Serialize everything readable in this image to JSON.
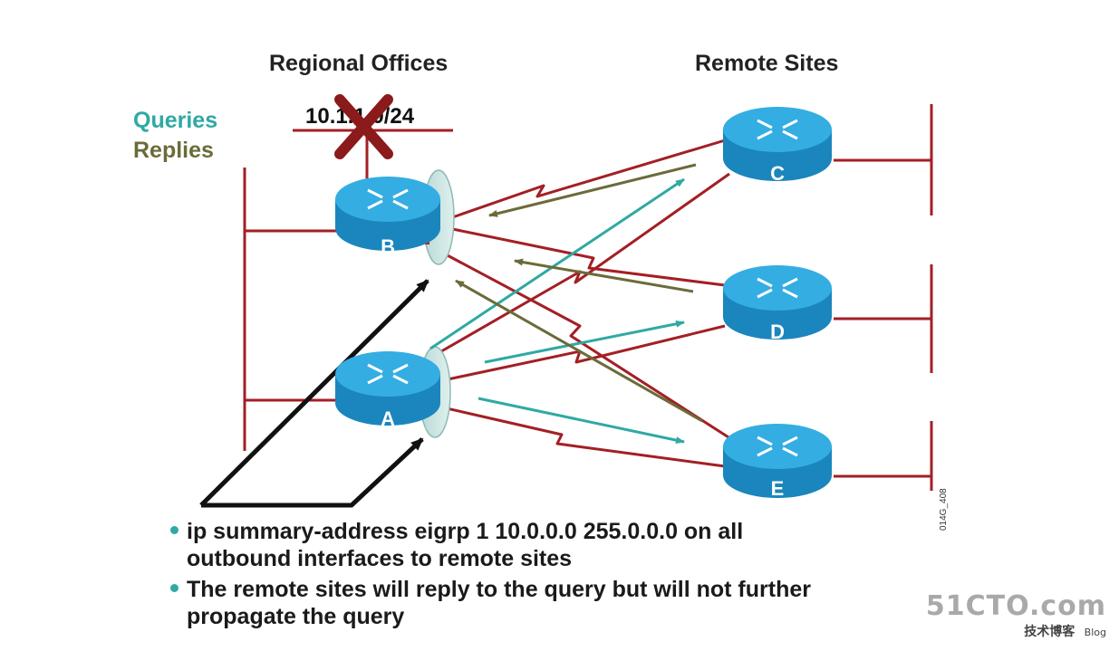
{
  "headings": {
    "regional": "Regional Offices",
    "remote": "Remote Sites"
  },
  "legend": {
    "queries": "Queries",
    "queries_color": "#2fa9a4",
    "replies": "Replies",
    "replies_color": "#6b6b3a"
  },
  "network": {
    "failed_subnet": "10.1.1.0/24",
    "link_color": "#a31f24"
  },
  "routers": {
    "a": "A",
    "b": "B",
    "c": "C",
    "d": "D",
    "e": "E",
    "body_color": "#1f9fd8"
  },
  "figure_id": "014G_408",
  "bullets": [
    "ip summary-address eigrp 1 10.0.0.0 255.0.0.0 on all outbound interfaces to remote sites",
    "The remote sites will reply to the query but will not further propagate the query"
  ],
  "watermark": {
    "site": "51CTO.com",
    "tagline": "技术博客",
    "blog": "Blog"
  }
}
